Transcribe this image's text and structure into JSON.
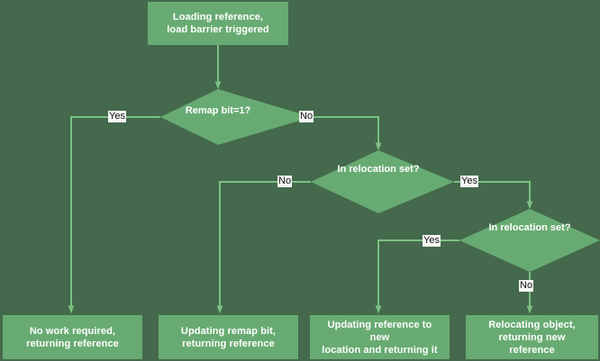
{
  "diagram": {
    "title": "Loading reference load barrier flowchart",
    "colors": {
      "background": "#44694c",
      "node_fill": "#68ab72",
      "node_text": "#ffffff",
      "edge_line": "#7cc183",
      "edge_label_bg": "#f7f7f7",
      "edge_label_text": "#111111"
    },
    "nodes": [
      {
        "id": "start",
        "type": "process",
        "line1": "Loading reference,",
        "line2": "load barrier triggered"
      },
      {
        "id": "decision-remap-bit",
        "type": "decision",
        "line1": "Remap",
        "line2": "bit=1?",
        "line3": ""
      },
      {
        "id": "decision-in-relocation-set-1",
        "type": "decision",
        "line1": "In",
        "line2": "relocation",
        "line3": "set?"
      },
      {
        "id": "decision-in-relocation-set-2",
        "type": "decision",
        "line1": "In",
        "line2": "relocation",
        "line3": "set?"
      },
      {
        "id": "result-no-work",
        "type": "process",
        "line1": "No work required,",
        "line2": "returning reference"
      },
      {
        "id": "result-updating-remap-bit",
        "type": "process",
        "line1": "Updating remap bit,",
        "line2": "returning reference"
      },
      {
        "id": "result-updating-reference",
        "type": "process",
        "line1": "Updating reference to new",
        "line2": "location and returning it"
      },
      {
        "id": "result-relocating-object",
        "type": "process",
        "line1": "Relocating object,",
        "line2": "returning new reference"
      }
    ],
    "edge_labels": {
      "remap_yes": "Yes",
      "remap_no": "No",
      "reloc1_no": "No",
      "reloc1_yes": "Yes",
      "reloc2_yes": "Yes",
      "reloc2_no": "No"
    }
  }
}
